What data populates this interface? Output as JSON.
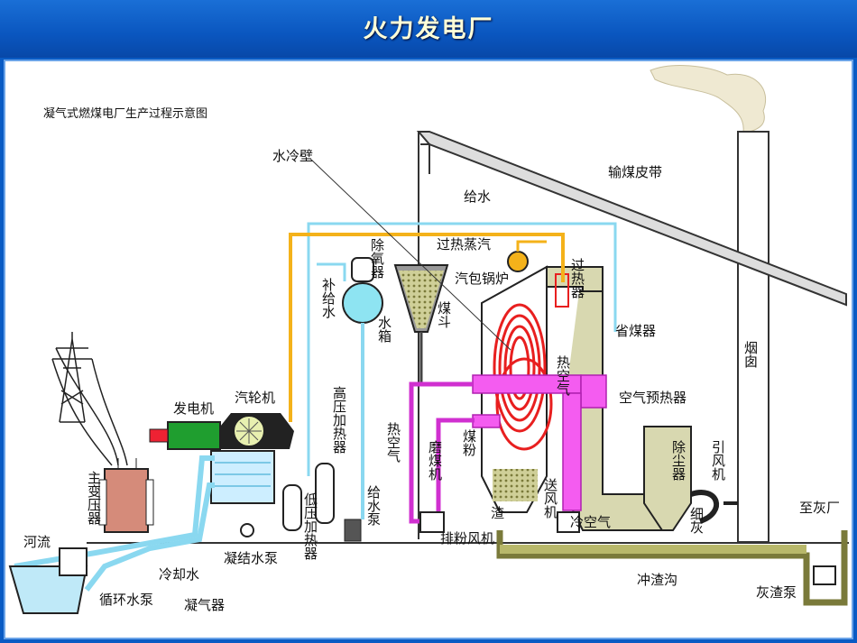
{
  "page_title": "火力发电厂",
  "diagram": {
    "caption": "凝气式燃煤电厂生产过程示意图",
    "labels": {
      "water_wall": "水冷壁",
      "coal_belt": "输煤皮带",
      "feed_water": "给水",
      "deaerator": "除氧器",
      "superheated_steam": "过热蒸汽",
      "drum_boiler": "汽包锅炉",
      "superheater": "过热器",
      "makeup_water": "补给水",
      "water_tank": "水箱",
      "coal_bunker": "煤斗",
      "economizer": "省煤器",
      "chimney": "烟囱",
      "hot_air": "热空气",
      "air_preheater": "空气预热器",
      "generator": "发电机",
      "turbine": "汽轮机",
      "hp_heater": "高压加热器",
      "hot_air_2": "热空气",
      "coal_mill": "磨煤机",
      "coal_powder": "煤粉",
      "dust_collector": "除尘器",
      "induced_fan": "引风机",
      "main_transformer": "主变压器",
      "feed_pump": "给水泵",
      "lp_heater": "低压加热器",
      "exhaust_fan": "排粉风机",
      "slag": "渣",
      "forced_fan": "送风机",
      "cold_air": "冷空气",
      "fine_ash": "细灰",
      "to_ash_yard": "至灰厂",
      "river": "河流",
      "cooling_water": "冷却水",
      "condensate_pump": "凝结水泵",
      "circ_pump": "循环水泵",
      "condenser": "凝气器",
      "slag_trench": "冲渣沟",
      "slag_pump": "灰渣泵"
    }
  }
}
